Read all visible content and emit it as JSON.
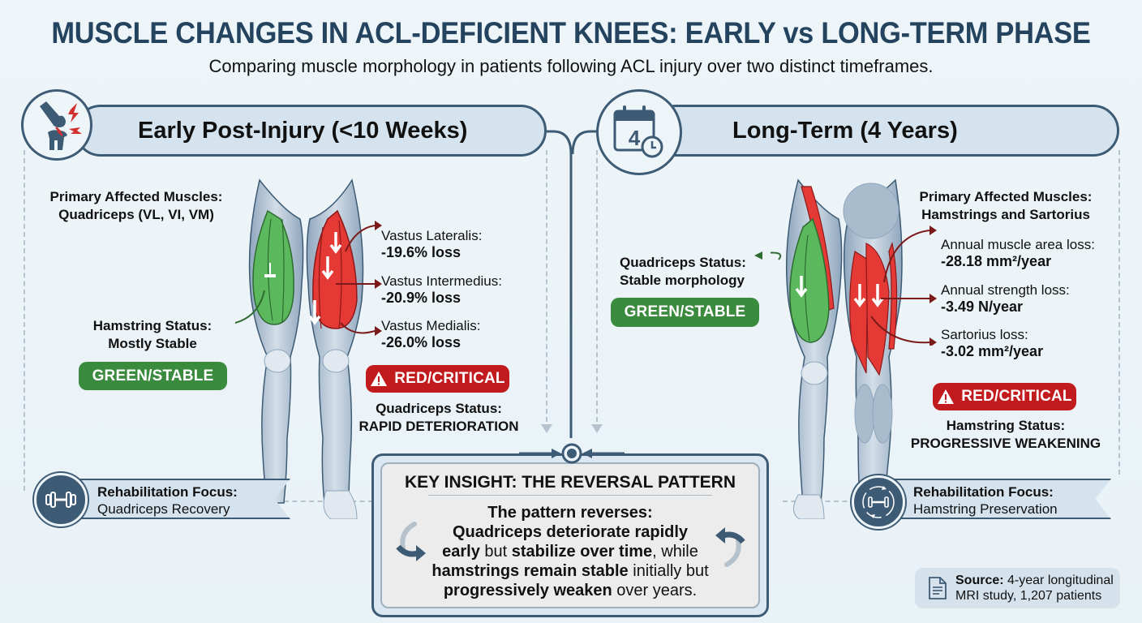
{
  "header": {
    "title": "MUSCLE CHANGES IN ACL-DEFICIENT KNEES: EARLY vs LONG-TERM PHASE",
    "subtitle": "Comparing muscle morphology in patients following ACL injury over two distinct timeframes."
  },
  "colors": {
    "navy": "#24435e",
    "panel_border": "#3d5b75",
    "pill_fill": "#d4e3ee",
    "stable_green": "#3b8b3f",
    "critical_red": "#c21b1e",
    "muscle_red": "#e53935",
    "muscle_green": "#5cb85c",
    "bone_grey": "#9fb4c8"
  },
  "early": {
    "icon": "knee-injury-icon",
    "title": "Early Post-Injury (<10 Weeks)",
    "primary_label": "Primary Affected Muscles:",
    "primary_value": "Quadriceps (VL, VI, VM)",
    "secondary_label": "Hamstring Status:",
    "secondary_value": "Mostly Stable",
    "secondary_badge": "GREEN/STABLE",
    "stats": [
      {
        "name": "Vastus Lateralis:",
        "value": "-19.6% loss"
      },
      {
        "name": "Vastus Intermedius:",
        "value": "-20.9% loss"
      },
      {
        "name": "Vastus Medialis:",
        "value": "-26.0% loss"
      }
    ],
    "critical_badge": "RED/CRITICAL",
    "status_label": "Quadriceps Status:",
    "status_value": "RAPID DETERIORATION",
    "rehab_label": "Rehabilitation Focus:",
    "rehab_value": "Quadriceps Recovery",
    "rehab_icon": "dumbbell-icon"
  },
  "long_term": {
    "icon": "calendar-clock-icon",
    "calendar_number": "4",
    "title": "Long-Term (4 Years)",
    "primary_label": "Primary Affected Muscles:",
    "primary_value": "Hamstrings and Sartorius",
    "secondary_label": "Quadriceps Status:",
    "secondary_value": "Stable morphology",
    "secondary_badge": "GREEN/STABLE",
    "stats": [
      {
        "name": "Annual muscle area loss:",
        "value": "-28.18 mm²/year"
      },
      {
        "name": "Annual strength loss:",
        "value": "-3.49 N/year"
      },
      {
        "name": "Sartorius loss:",
        "value": "-3.02 mm²/year"
      }
    ],
    "critical_badge": "RED/CRITICAL",
    "status_label": "Hamstring Status:",
    "status_value": "PROGRESSIVE WEAKENING",
    "rehab_label": "Rehabilitation Focus:",
    "rehab_value": "Hamstring Preservation",
    "rehab_icon": "dumbbell-cycle-icon"
  },
  "insight": {
    "title": "KEY INSIGHT: THE REVERSAL PATTERN",
    "lead": "The pattern reverses:",
    "line1_bold": "Quadriceps deteriorate rapidly",
    "line2_bold_a": "early",
    "line2_plain_a": " but ",
    "line2_bold_b": "stabilize over time",
    "line2_plain_b": ", while",
    "line3_bold": "hamstrings remain stable",
    "line3_plain": " initially but",
    "line4_bold": "progressively weaken",
    "line4_plain": " over years."
  },
  "source": {
    "label": "Source:",
    "text_a": " 4-year longitudinal",
    "text_b": "MRI study, 1,207 patients",
    "icon": "document-icon"
  }
}
